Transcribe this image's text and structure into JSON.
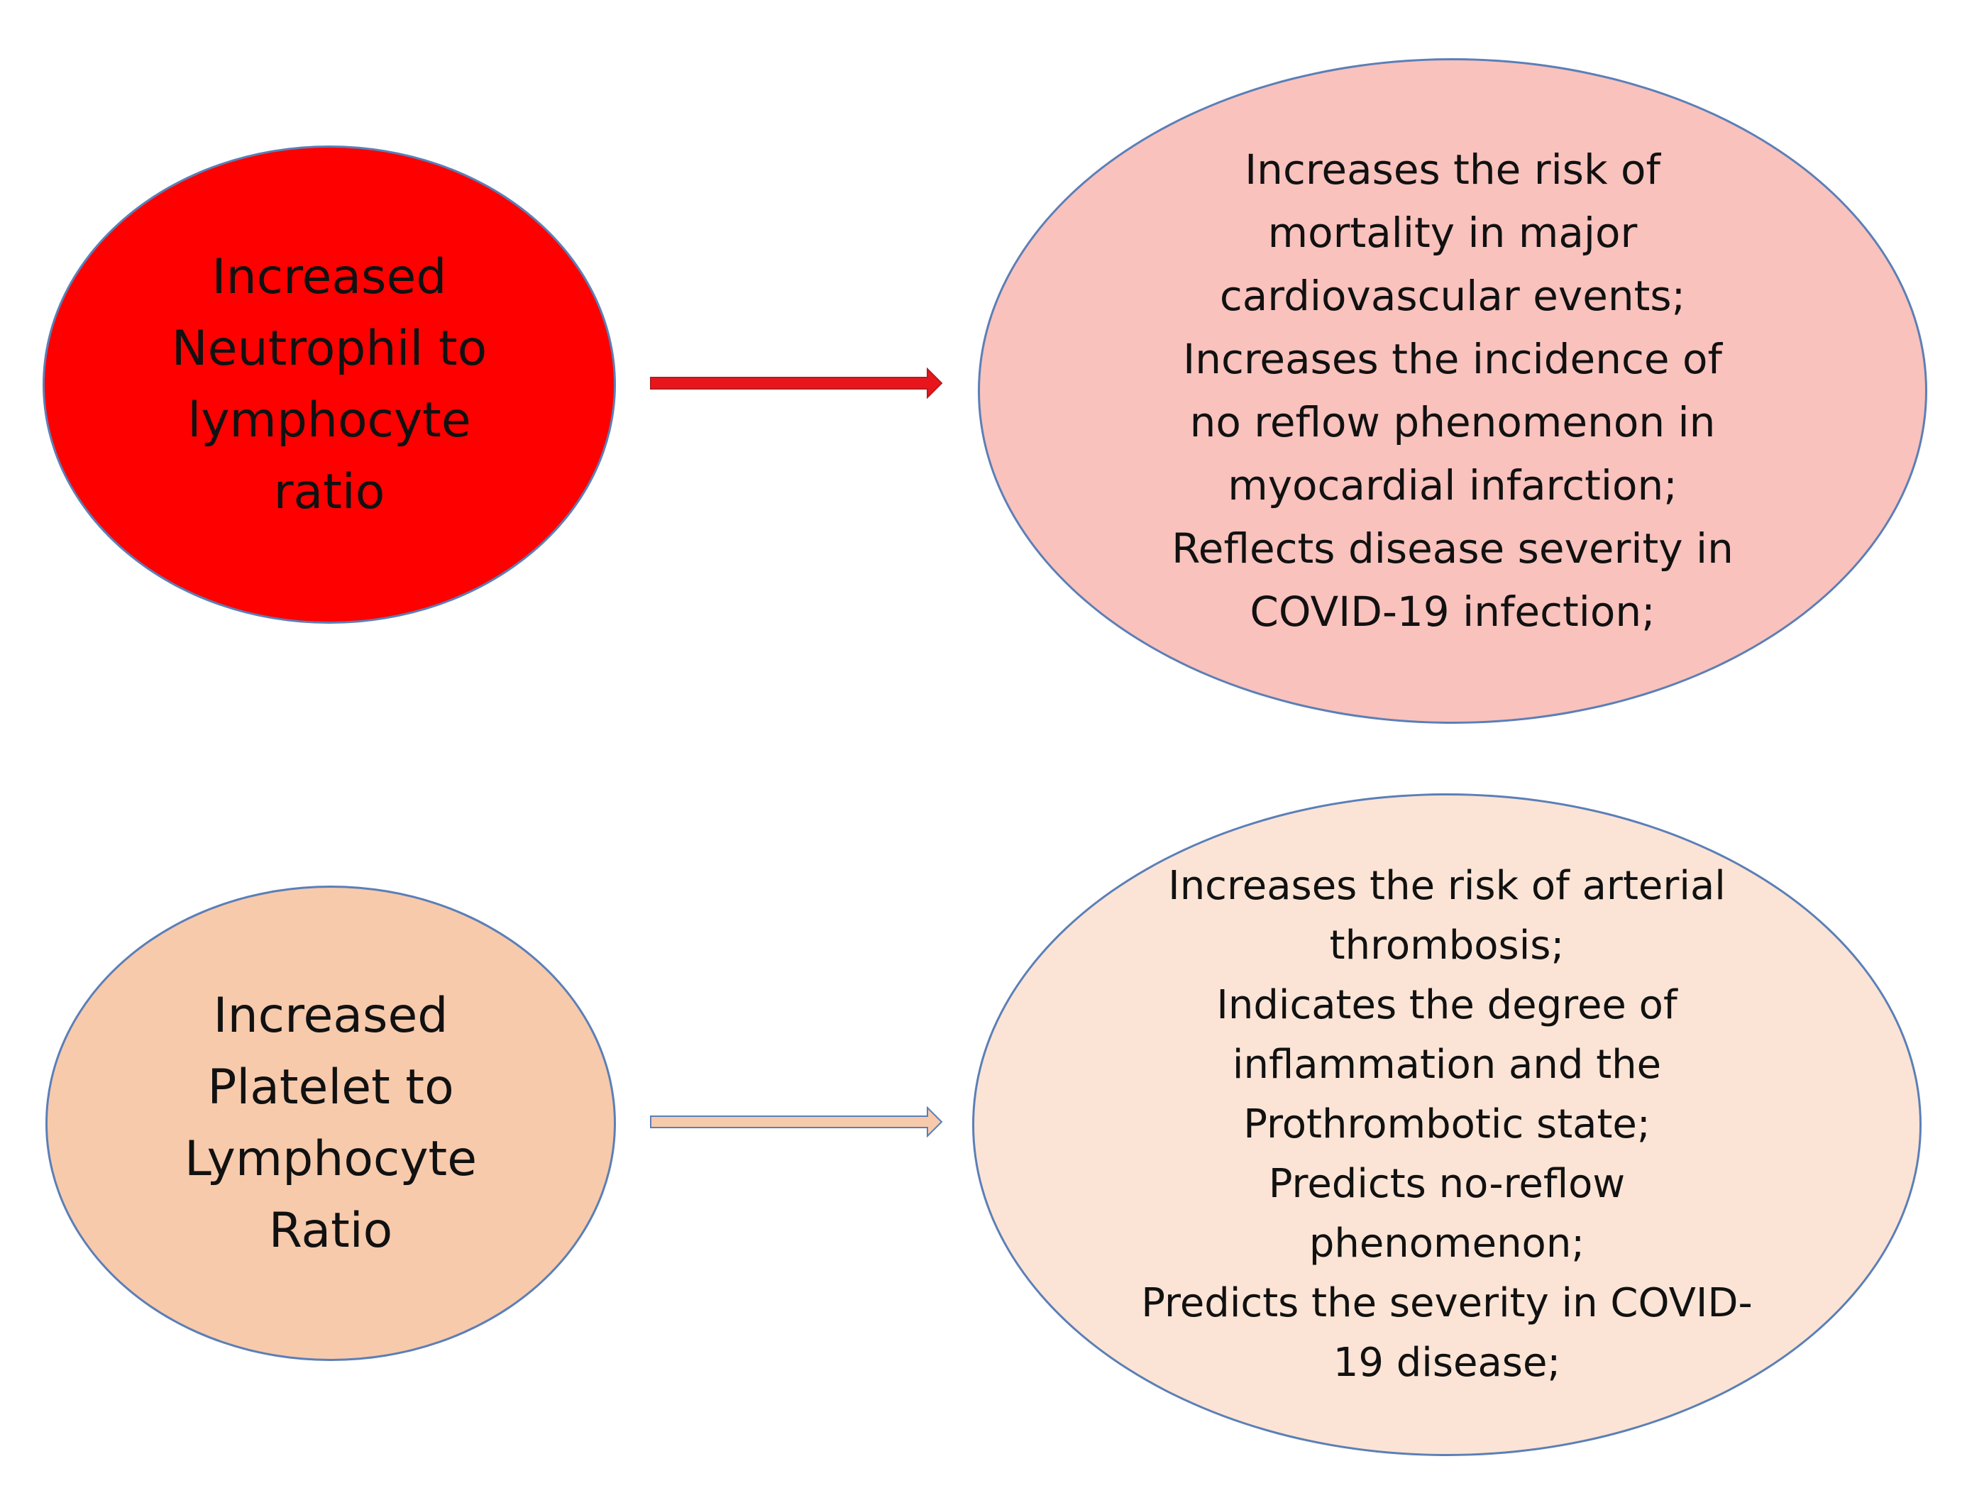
{
  "diagram": {
    "rows": [
      {
        "cause": {
          "lines": [
            "Increased",
            "Neutrophil to",
            "lymphocyte",
            "ratio"
          ],
          "fill": "#ff0000"
        },
        "effect": {
          "lines": [
            "Increases the risk of",
            "mortality in major",
            "cardiovascular events;",
            "Increases the incidence of",
            "no reflow phenomenon in",
            "myocardial infarction;",
            "Reflects disease severity in",
            "COVID-19  infection;"
          ],
          "fill": "#f9c2bd"
        },
        "arrow_fill": "#e8161c"
      },
      {
        "cause": {
          "lines": [
            "Increased",
            "Platelet to",
            "Lymphocyte",
            "Ratio"
          ],
          "fill": "#f7caac"
        },
        "effect": {
          "lines": [
            "Increases the risk of arterial",
            "thrombosis;",
            "Indicates the degree of",
            "inflammation and the",
            "Prothrombotic state;",
            "Predicts no-reflow",
            "phenomenon;",
            "Predicts the severity in COVID-",
            "19 disease;"
          ],
          "fill": "#fbe4d5"
        },
        "arrow_fill": "#f7caac"
      }
    ],
    "outline_color": "#5b7fb7"
  }
}
